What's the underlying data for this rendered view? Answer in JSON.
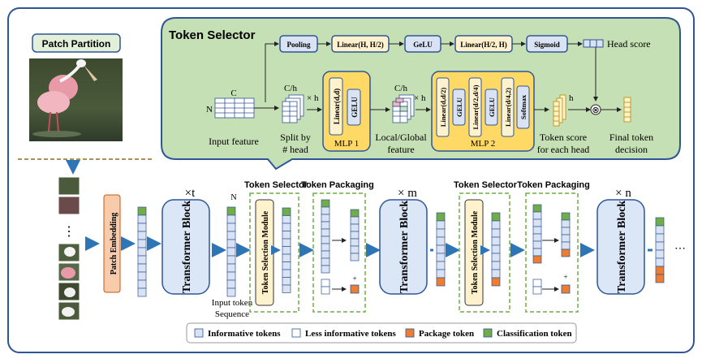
{
  "patch_partition": {
    "title": "Patch Partition",
    "ellipsis": "⋮"
  },
  "token_selector_panel": {
    "title": "Token Selector",
    "pooling": "Pooling",
    "linear1": "Linear(H, H/2)",
    "gelu": "GeLU",
    "linear2": "Linear(H/2, H)",
    "sigmoid": "Sigmoid",
    "head_score": "Head score",
    "input_C": "C",
    "input_N": "N",
    "input_feature": "Input feature",
    "ch_label": "C/h",
    "times_h": "× h",
    "split_label_1": "Split by",
    "split_label_2": "# head",
    "mlp1_linear": "Linear(d,d)",
    "mlp1_gelu": "GELU",
    "mlp1_label": "MLP 1",
    "lg_label_1": "Local/Global",
    "lg_label_2": "feature",
    "mlp2_linear1": "Linear(d,d/2)",
    "mlp2_gelu1": "GELU",
    "mlp2_linear2": "Linear(d/2,d/4)",
    "mlp2_gelu2": "GELU",
    "mlp2_linear3": "Linear(d/4,2)",
    "mlp2_softmax": "Softmax",
    "mlp2_label": "MLP 2",
    "token_score_1": "Token score",
    "token_score_2": "for each head",
    "final_1": "Final token",
    "final_2": "decision",
    "otimes": "⊗"
  },
  "pipeline": {
    "patch_embedding": "Patch Embedding",
    "transformer_block": "Transformer Block",
    "times_t": "×t",
    "times_m": "× m",
    "times_n": "× n",
    "n_label": "N",
    "input_token_1": "Input token",
    "input_token_2": "Sequence",
    "token_selector_heading": "Token Selector",
    "token_packaging_heading": "Token Packaging",
    "token_selection_module": "Token Selection Module",
    "plus": "+",
    "trailing_ellipsis": "⋯"
  },
  "legend": {
    "informative": "Informative tokens",
    "less_informative": "Less informative tokens",
    "package": "Package token",
    "classification": "Classification token"
  },
  "colors": {
    "panel_green": "#c5e0b4",
    "patch_title_bg": "#e2f0d9",
    "module_blue": "#dae3f3",
    "module_border": "#2f5597",
    "linear_yellow": "#fff2cc",
    "mlp_gold": "#ffd966",
    "patch_embed_orange": "#f8cbad",
    "transformer_blue": "#dbe6f6",
    "token_informative": "#dae3f3",
    "token_package": "#ed7d31",
    "token_classification": "#70ad47",
    "arrow_blue": "#2e75b6",
    "dashed_green": "#70ad47",
    "outer_border": "#2f5597"
  }
}
